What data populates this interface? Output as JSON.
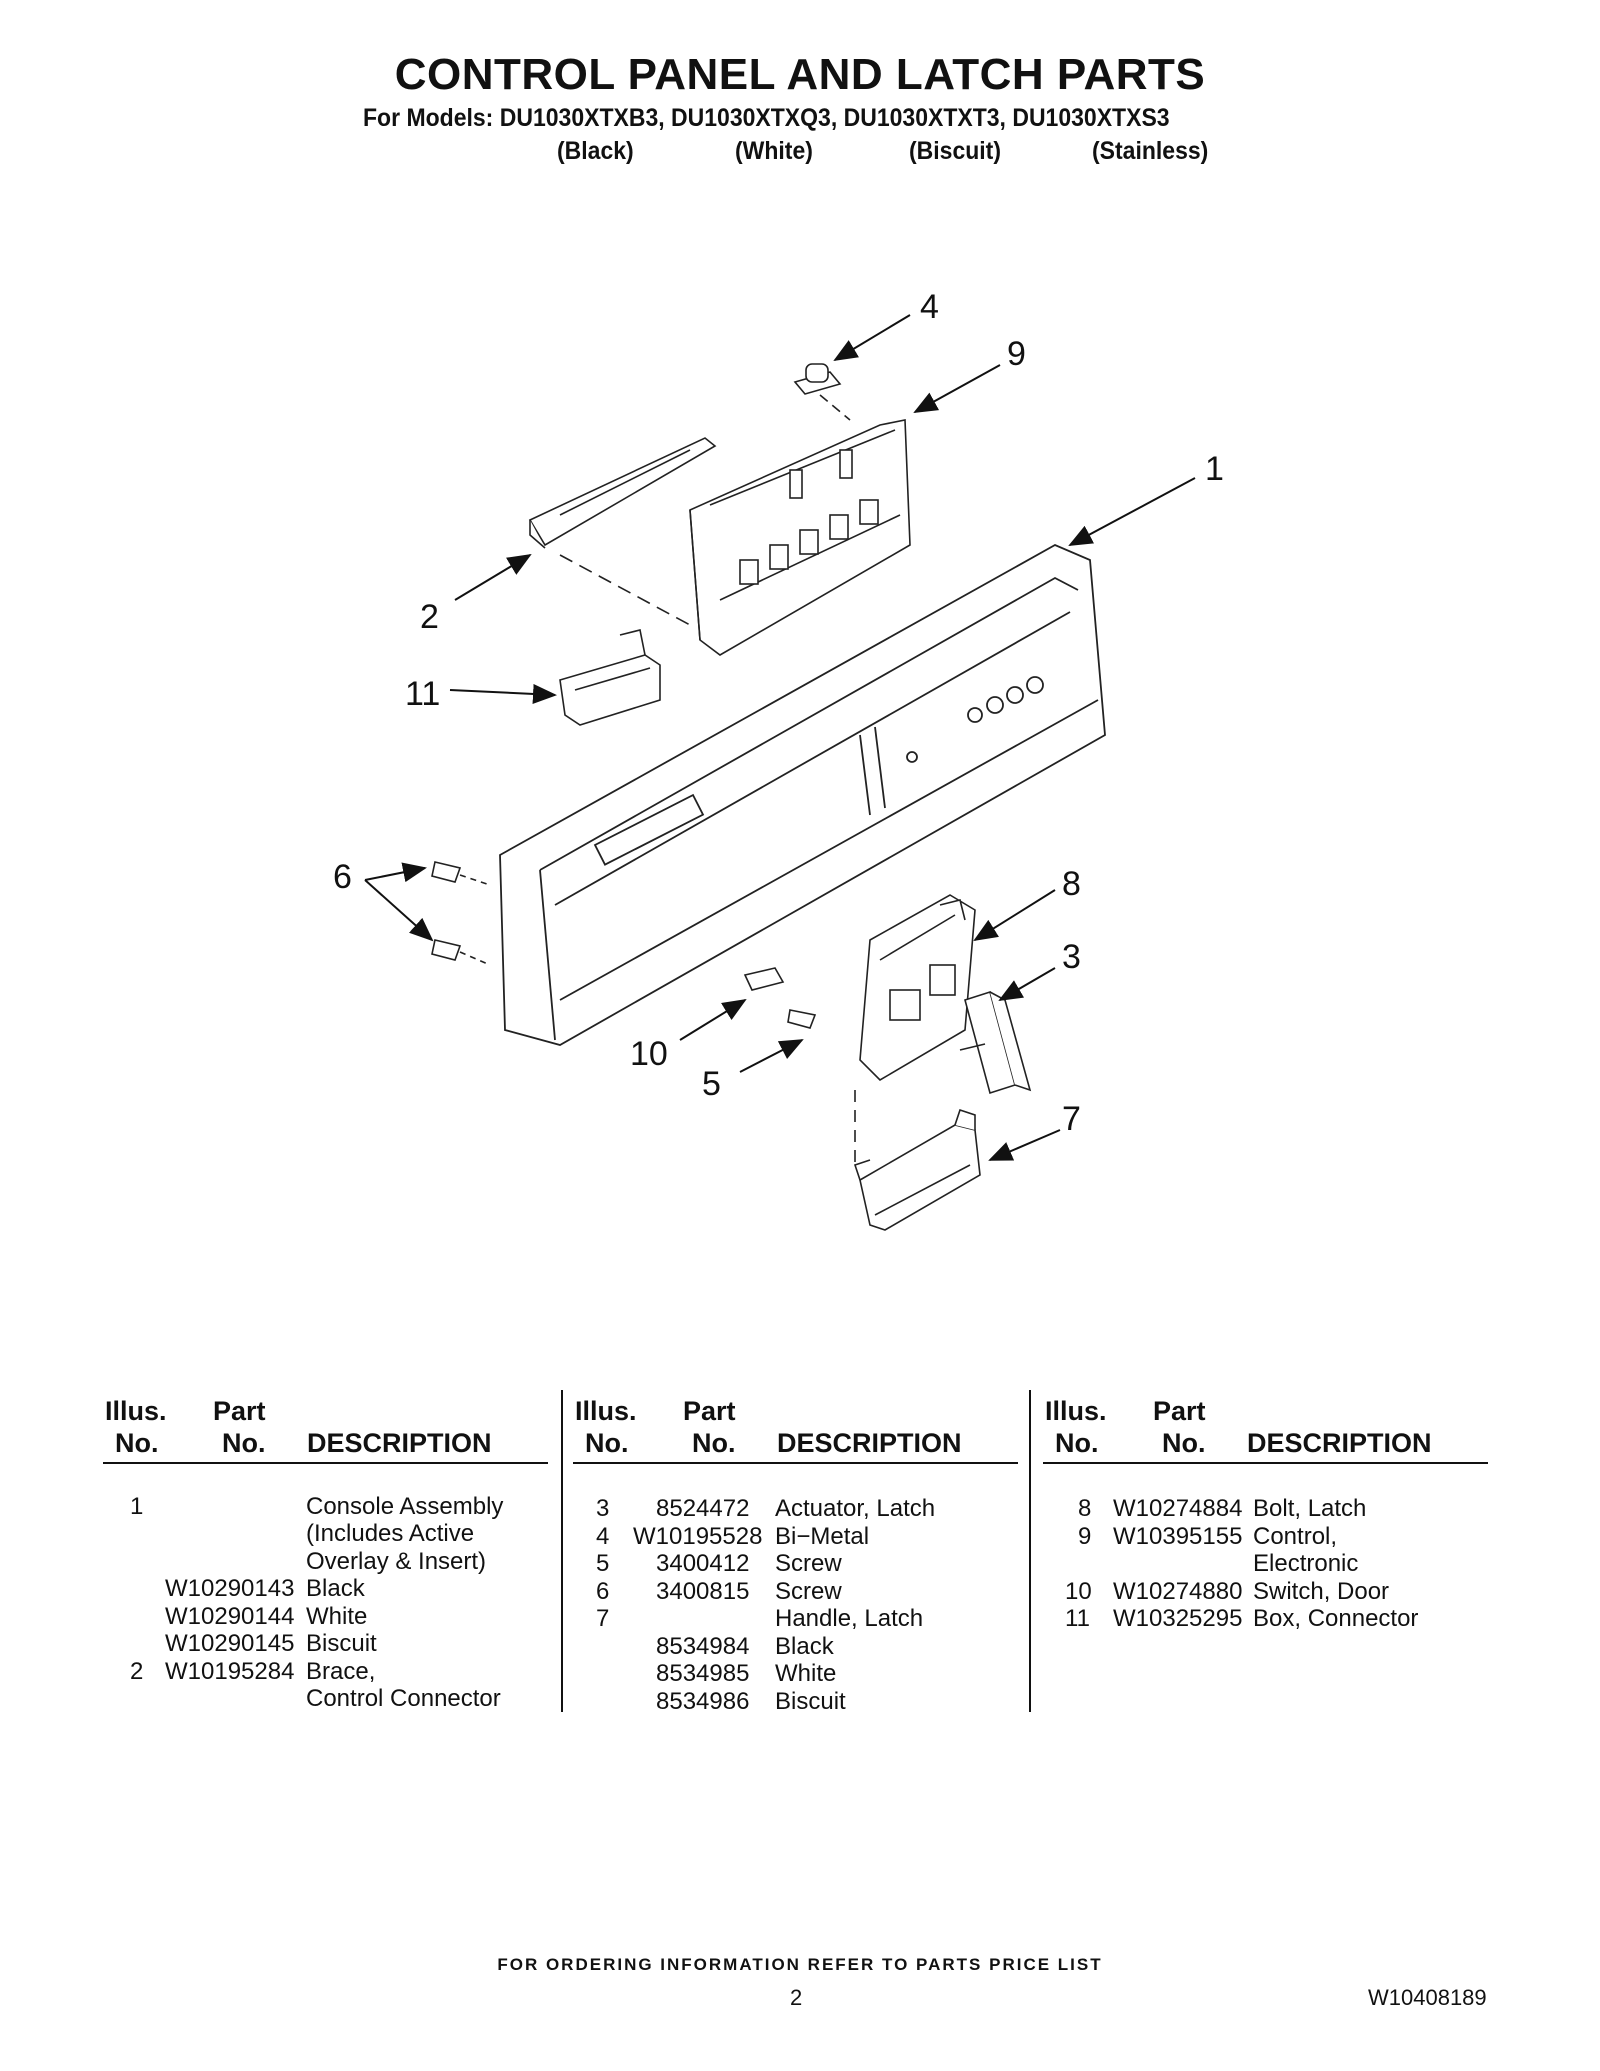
{
  "header": {
    "title": "CONTROL PANEL AND LATCH PARTS",
    "models_line": "For Models: DU1030XTXB3, DU1030XTXQ3, DU1030XTXT3, DU1030XTXS3",
    "colors": [
      "(Black)",
      "(White)",
      "(Biscuit)",
      "(Stainless)"
    ]
  },
  "diagram": {
    "callouts": [
      "1",
      "2",
      "3",
      "4",
      "5",
      "6",
      "7",
      "8",
      "9",
      "10",
      "11"
    ]
  },
  "table_headers": {
    "illus_1": "Illus.",
    "illus_2": "No.",
    "part_1": "Part",
    "part_2": "No.",
    "description": "DESCRIPTION"
  },
  "parts_table": {
    "col1": [
      {
        "illus": "1",
        "part": "",
        "desc": "Console Assembly"
      },
      {
        "illus": "",
        "part": "",
        "desc": "(Includes Active"
      },
      {
        "illus": "",
        "part": "",
        "desc": "Overlay & Insert)"
      },
      {
        "illus": "",
        "part": "W10290143",
        "desc": "Black"
      },
      {
        "illus": "",
        "part": "W10290144",
        "desc": "White"
      },
      {
        "illus": "",
        "part": "W10290145",
        "desc": "Biscuit"
      },
      {
        "illus": "2",
        "part": "W10195284",
        "desc": "Brace,"
      },
      {
        "illus": "",
        "part": "",
        "desc": "Control Connector"
      }
    ],
    "col2": [
      {
        "illus": "3",
        "part": "8524472",
        "desc": "Actuator, Latch"
      },
      {
        "illus": "4",
        "part": "W10195528",
        "desc": "Bi−Metal"
      },
      {
        "illus": "5",
        "part": "3400412",
        "desc": "Screw"
      },
      {
        "illus": "6",
        "part": "3400815",
        "desc": "Screw"
      },
      {
        "illus": "7",
        "part": "",
        "desc": "Handle, Latch"
      },
      {
        "illus": "",
        "part": "8534984",
        "desc": "Black"
      },
      {
        "illus": "",
        "part": "8534985",
        "desc": "White"
      },
      {
        "illus": "",
        "part": "8534986",
        "desc": "Biscuit"
      }
    ],
    "col3": [
      {
        "illus": "8",
        "part": "W10274884",
        "desc": "Bolt, Latch"
      },
      {
        "illus": "9",
        "part": "W10395155",
        "desc": "Control,"
      },
      {
        "illus": "",
        "part": "",
        "desc": "Electronic"
      },
      {
        "illus": "10",
        "part": "W10274880",
        "desc": "Switch, Door"
      },
      {
        "illus": "11",
        "part": "W10325295",
        "desc": "Box, Connector"
      }
    ]
  },
  "footer": {
    "note": "FOR ORDERING INFORMATION REFER TO PARTS PRICE LIST",
    "page_number": "2",
    "doc_number": "W10408189"
  }
}
